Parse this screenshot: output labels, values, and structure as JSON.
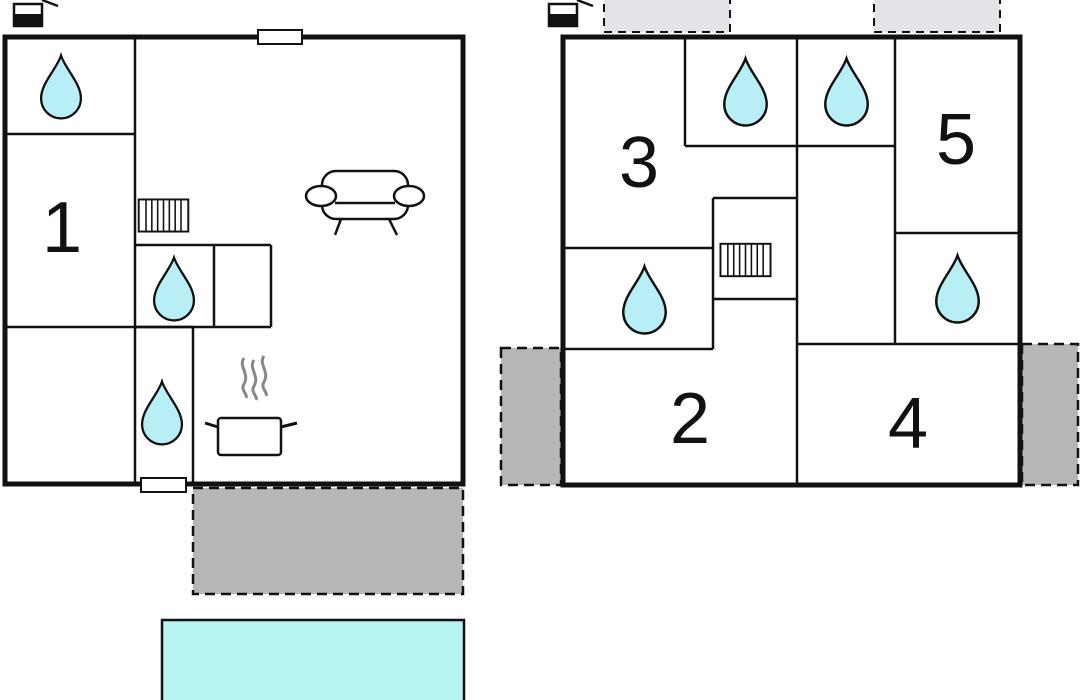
{
  "colors": {
    "water": "#b6f4f4",
    "drop": "#b8eef5",
    "terrace": "#b7b7b7",
    "terrace_light": "#e4e4e8",
    "wall": "#111111"
  },
  "rooms": {
    "r1": "1",
    "r2": "2",
    "r3": "3",
    "r4": "4",
    "r5": "5"
  },
  "icons": {
    "bathroom": "water-drop-icon",
    "living": "sofa-icon",
    "kitchen": "cooking-pot-icon",
    "stairs": "stairs-icon",
    "entrance": "entrance-icon",
    "window": "window-icon"
  }
}
